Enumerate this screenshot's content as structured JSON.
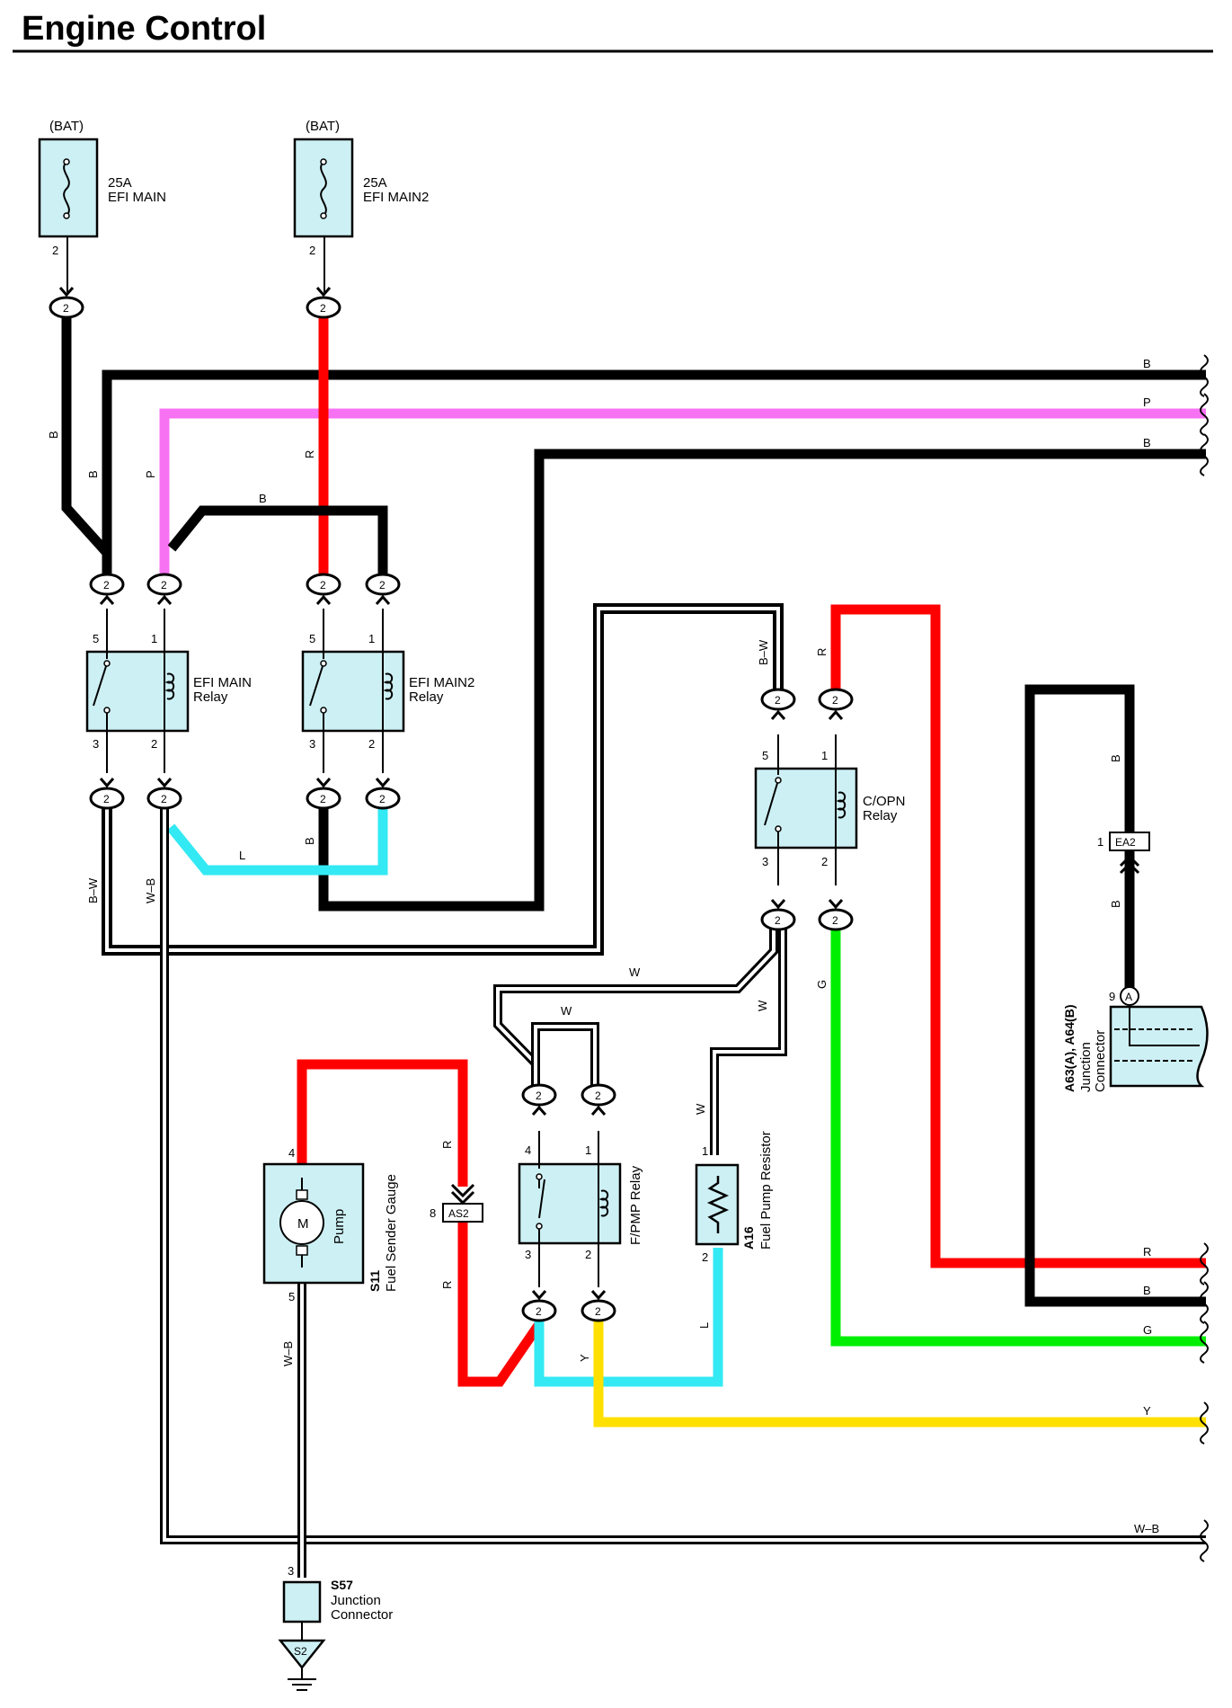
{
  "title": "Engine Control",
  "colors": {
    "B": "#000000",
    "P": "#f772f3",
    "R": "#ff0000",
    "L": "#33e9f3",
    "G": "#00ee00",
    "Y": "#ffe000",
    "W": "#ffffff",
    "component_fill": "#cdf0f4"
  },
  "components": {
    "fuse_efi_main": {
      "source": "(BAT)",
      "rating": "25A",
      "name": "EFI MAIN",
      "pin": "2"
    },
    "fuse_efi_main2": {
      "source": "(BAT)",
      "rating": "25A",
      "name": "EFI MAIN2",
      "pin": "2"
    },
    "efi_main_relay": {
      "name1": "EFI MAIN",
      "name2": "Relay",
      "pins": [
        "5",
        "1",
        "3",
        "2"
      ]
    },
    "efi_main2_relay": {
      "name1": "EFI MAIN2",
      "name2": "Relay",
      "pins": [
        "5",
        "1",
        "3",
        "2"
      ]
    },
    "copn_relay": {
      "name1": "C/OPN",
      "name2": "Relay",
      "pins": [
        "5",
        "1",
        "3",
        "2"
      ]
    },
    "fpmp_relay": {
      "name": "F/PMP Relay",
      "pins": [
        "4",
        "1",
        "3",
        "2"
      ]
    },
    "fuel_pump_resistor": {
      "code": "A16",
      "name": "Fuel Pump Resistor",
      "pins": [
        "1",
        "2"
      ]
    },
    "fuel_sender_gauge": {
      "code": "S11",
      "name": "Fuel Sender Gauge",
      "motor": "M",
      "pump": "Pump",
      "pins": [
        "4",
        "5"
      ]
    },
    "junction_a63": {
      "code": "A63(A), A64(B)",
      "name1": "Junction",
      "name2": "Connector",
      "pin": "9",
      "terminal": "A"
    },
    "junction_s57": {
      "code": "S57",
      "name1": "Junction",
      "name2": "Connector",
      "pin": "3"
    },
    "ground": {
      "label": "S2"
    },
    "connector_ea2": {
      "label": "EA2",
      "pin": "1"
    },
    "connector_as2": {
      "label": "AS2",
      "pin": "8"
    }
  },
  "connector_pin": "2",
  "wire_labels": {
    "B": "B",
    "P": "P",
    "R": "R",
    "L": "L",
    "G": "G",
    "Y": "Y",
    "W": "W",
    "BW": "B–W",
    "WB": "W–B"
  },
  "right_edge_labels": [
    "B",
    "P",
    "B",
    "R",
    "B",
    "G",
    "Y",
    "W–B"
  ]
}
